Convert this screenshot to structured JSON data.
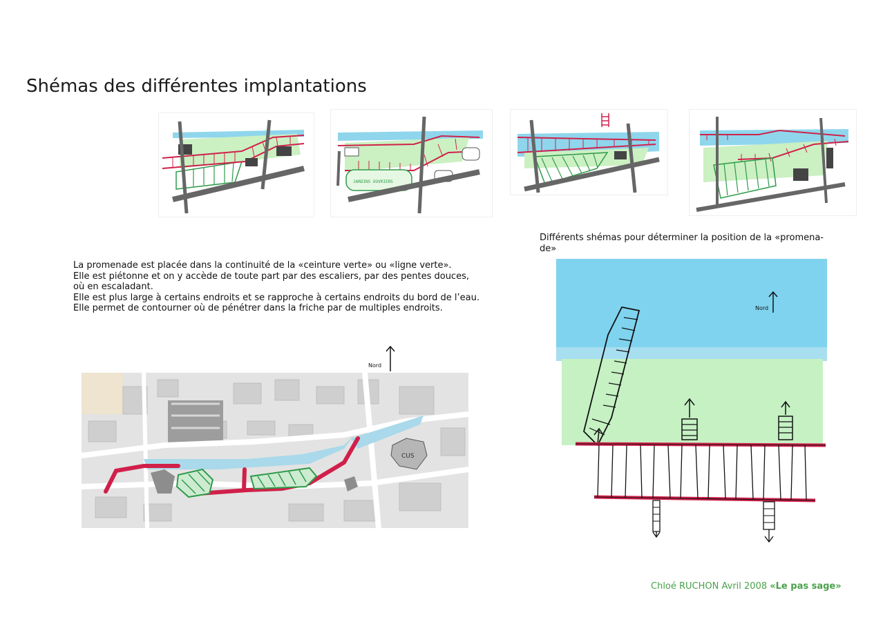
{
  "page": {
    "title": "Shémas des différentes implantations",
    "caption_lines": [
      "Différents shémas  pour déterminer la position de la «promena-",
      "de»"
    ],
    "paragraph_lines": [
      "La promenade est placée dans la continuité de la «ceinture verte» ou «ligne verte».",
      "Elle est piétonne et on y accède de toute part par des escaliers, par des pentes douces,",
      "où en escaladant.",
      "Elle est plus large à certains endroits et se rapproche à certains endroits du bord de l’eau.",
      "Elle permet de contourner où de pénétrer dans la friche par de multiples endroits."
    ],
    "nord_label": "Nord",
    "footer": {
      "author_date": "Chloé RUCHON Avril 2008 ",
      "project": "«Le pas sage»"
    }
  },
  "sketch_labels": {
    "jardins": "JARDINS OUVRIERS",
    "cus": "CUS"
  },
  "colors": {
    "water": "#6cc7e6",
    "green": "#bdeebb",
    "promenade": "#d0204a",
    "hatch_green": "#2e9a4a",
    "road": "#555555",
    "footer": "#4aa14a"
  }
}
